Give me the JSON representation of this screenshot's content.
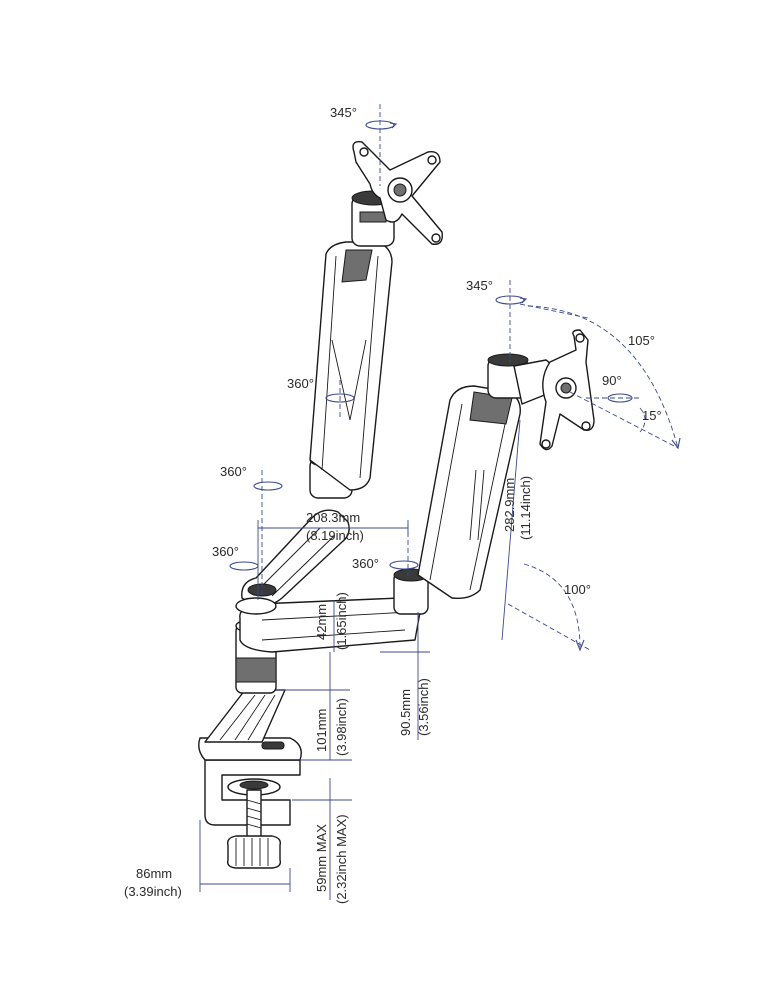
{
  "labels": {
    "rot_top_vesa": "345°",
    "rot_right_vesa": "345°",
    "tilt_range": "105°",
    "rot_plate": "90°",
    "tilt_small": "15°",
    "rot_upper_arm": "360°",
    "rot_left_elbow": "360°",
    "rot_left_base": "360°",
    "rot_right_base": "360°",
    "swing_right_arm": "100°",
    "depth_mm": "208.3mm",
    "depth_inch": "(8.19inch)",
    "height_arm_mm": "282.9mm",
    "height_arm_inch": "(11.14inch)",
    "joint_h_mm": "42mm",
    "joint_h_inch": "(1.65inch)",
    "offset_mm": "90.5mm",
    "offset_inch": "(3.56inch)",
    "pole_h_mm": "101mm",
    "pole_h_inch": "(3.98inch)",
    "clamp_mm": "59mm MAX",
    "clamp_inch": "(2.32inch MAX)",
    "clamp_w_mm": "86mm",
    "clamp_w_inch": "(3.39inch)"
  },
  "colors": {
    "line": "#1a1a1a",
    "dimension": "#3b4a8f",
    "shade": "#6f6f6f"
  }
}
